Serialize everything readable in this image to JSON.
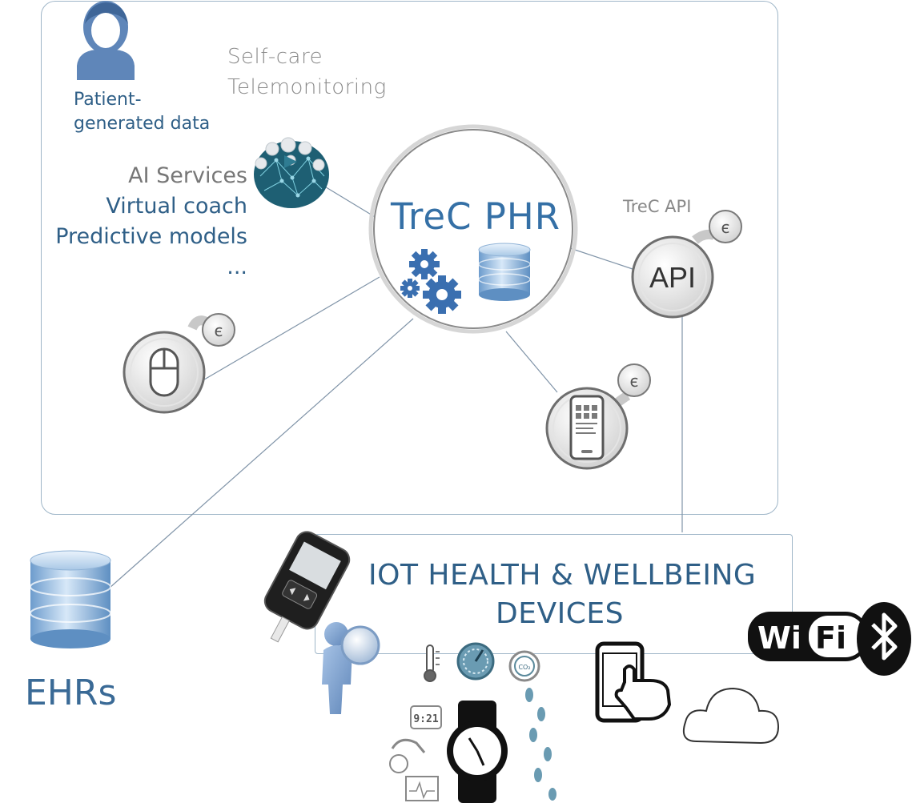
{
  "self_care": "Self-care",
  "telemonitoring": "Telemonitoring",
  "patient_label_line1": "Patient-",
  "patient_label_line2": "generated data",
  "ai_services": {
    "title": "AI Services",
    "items": [
      "Virtual coach",
      "Predictive models",
      "..."
    ]
  },
  "trec_api_label": "TreC API",
  "api_badge": "API",
  "phr_title": "TreC PHR",
  "iot_title_line1": "IOT HEALTH & WELLBEING",
  "iot_title_line2": "DEVICES",
  "ehrs_label": "EHRs",
  "device_clock": "9:21",
  "wifi_text": [
    "Wi",
    "Fi"
  ],
  "co2_label": "CO₂",
  "icons": [
    "patient-icon",
    "ai-brain-icon",
    "mouse-icon",
    "api-icon",
    "smartphone-icon",
    "database-icon",
    "gears-icon",
    "glucometer-icon",
    "thermometer-icon",
    "gauge-icon",
    "co2-sensor-icon",
    "smartwatch-icon",
    "footsteps-icon",
    "touch-phone-icon",
    "cloud-icon",
    "wifi-logo",
    "bluetooth-icon"
  ],
  "colors": {
    "accent_blue": "#3570a6",
    "dark_blue": "#2f5f87",
    "border": "#9fb6c8",
    "grey_text": "#888888"
  }
}
